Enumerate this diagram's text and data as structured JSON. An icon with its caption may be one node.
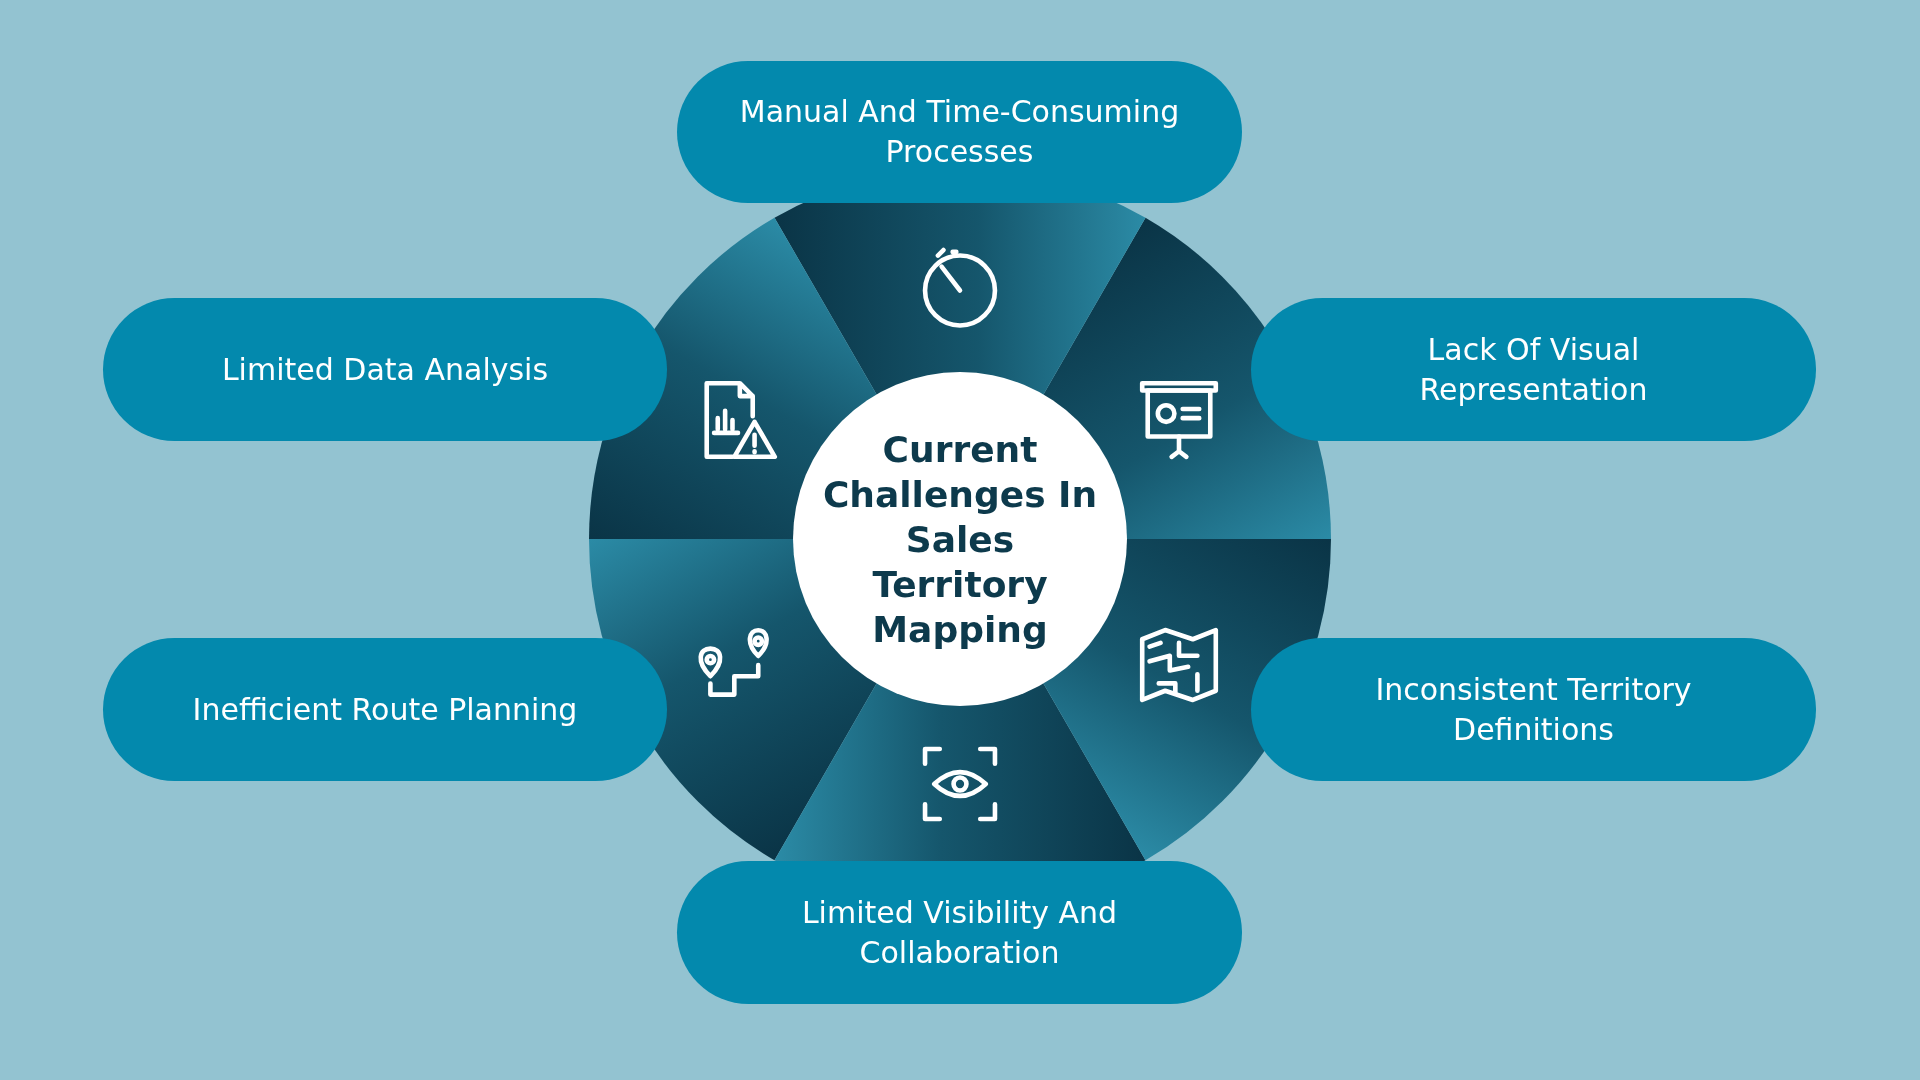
{
  "diagram": {
    "nodes": [
      {
        "text": [
          "Manual And Time-Consuming Processes"
        ]
      },
      {
        "text": [
          "Limited Data Analysis"
        ]
      },
      {
        "text": [
          "Lack Of Visual Representation"
        ]
      },
      {
        "text": [
          "Current Challenges In Sales Territory Mapping"
        ]
      },
      {
        "text": [
          "Inefficient Route Planning"
        ]
      },
      {
        "text": [
          "Inconsistent Territory Definitions"
        ]
      },
      {
        "text": [
          "Limited Visibility And Collaboration"
        ]
      }
    ]
  }
}
